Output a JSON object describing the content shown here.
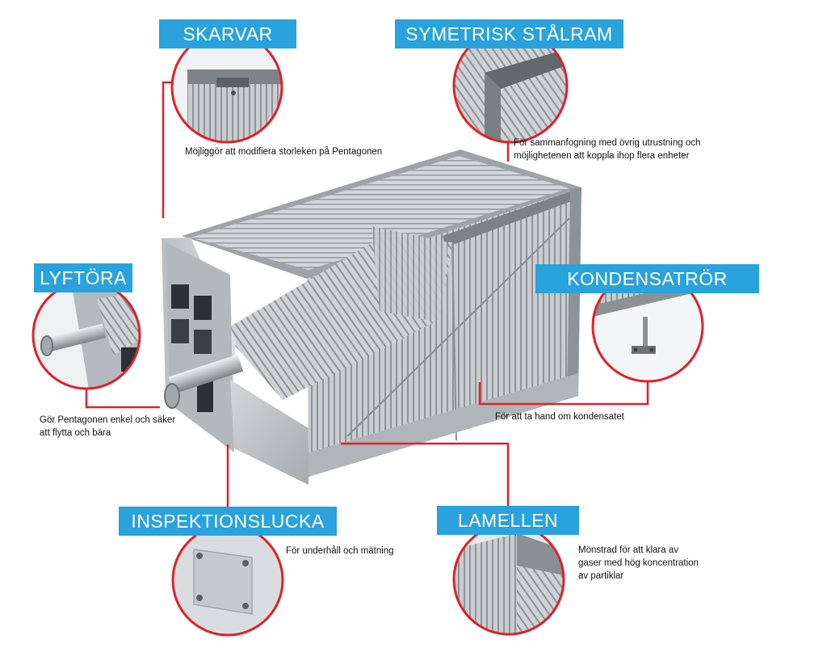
{
  "colors": {
    "label_bg": "#2aa2dc",
    "accent_red": "#e0202a",
    "metal_light": "#c8cccf",
    "metal_mid": "#9fa4a8",
    "metal_dark": "#5f6469"
  },
  "callouts": {
    "skarvar": {
      "title": "SKARVAR",
      "text": "Möjliggör att modifiera storleken på Pentagonen"
    },
    "symetrisk_stalram": {
      "title": "SYMETRISK STÅLRAM",
      "text_line1": "För sammanfogning med övrig utrustning och",
      "text_line2": "möjlighetenen att koppla ihop flera enheter"
    },
    "lyftora": {
      "title": "LYFTÖRA",
      "text_line1": "Gör Pentagonen enkel och säker",
      "text_line2": "att flytta och bära"
    },
    "kondensatror": {
      "title": "KONDENSATRÖR",
      "text": "För att ta hand om kondensatet"
    },
    "inspektionslucka": {
      "title": "INSPEKTIONSLUCKA",
      "text": "För underhåll och mätning"
    },
    "lamellen": {
      "title": "LAMELLEN",
      "text_line1": "Mönstrad för att klara av",
      "text_line2": "gaser med hög koncentration",
      "text_line3": "av partiklar"
    }
  }
}
